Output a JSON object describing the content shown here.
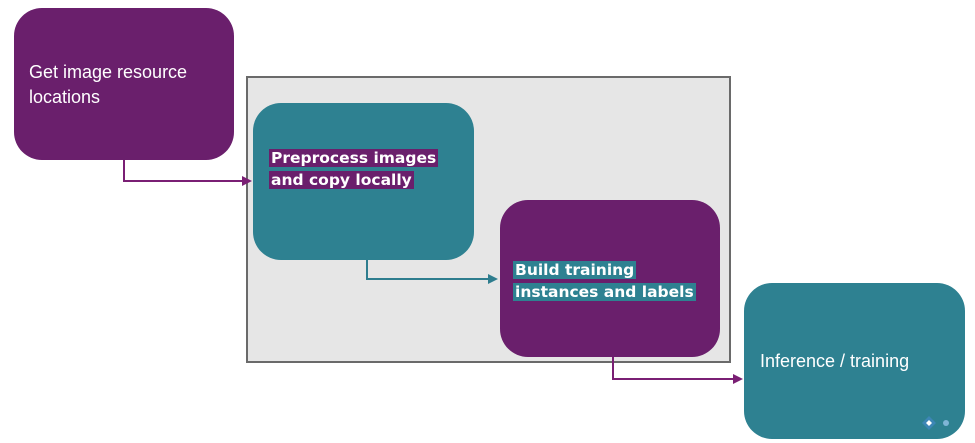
{
  "diagram": {
    "nodes": {
      "get_locations": {
        "label": "Get image resource locations",
        "color": "#6a1f6c"
      },
      "preprocess": {
        "label": "Preprocess images and copy locally",
        "color": "#2e8191",
        "highlight": "#6a1f6c"
      },
      "build_instances": {
        "label": "Build training instances and labels",
        "color": "#6a1f6c",
        "highlight": "#2e8191"
      },
      "inference": {
        "label": "Inference / training",
        "color": "#2e8191"
      }
    },
    "group_background": "#e6e6e6",
    "arrow_color": "#7a1f74"
  }
}
